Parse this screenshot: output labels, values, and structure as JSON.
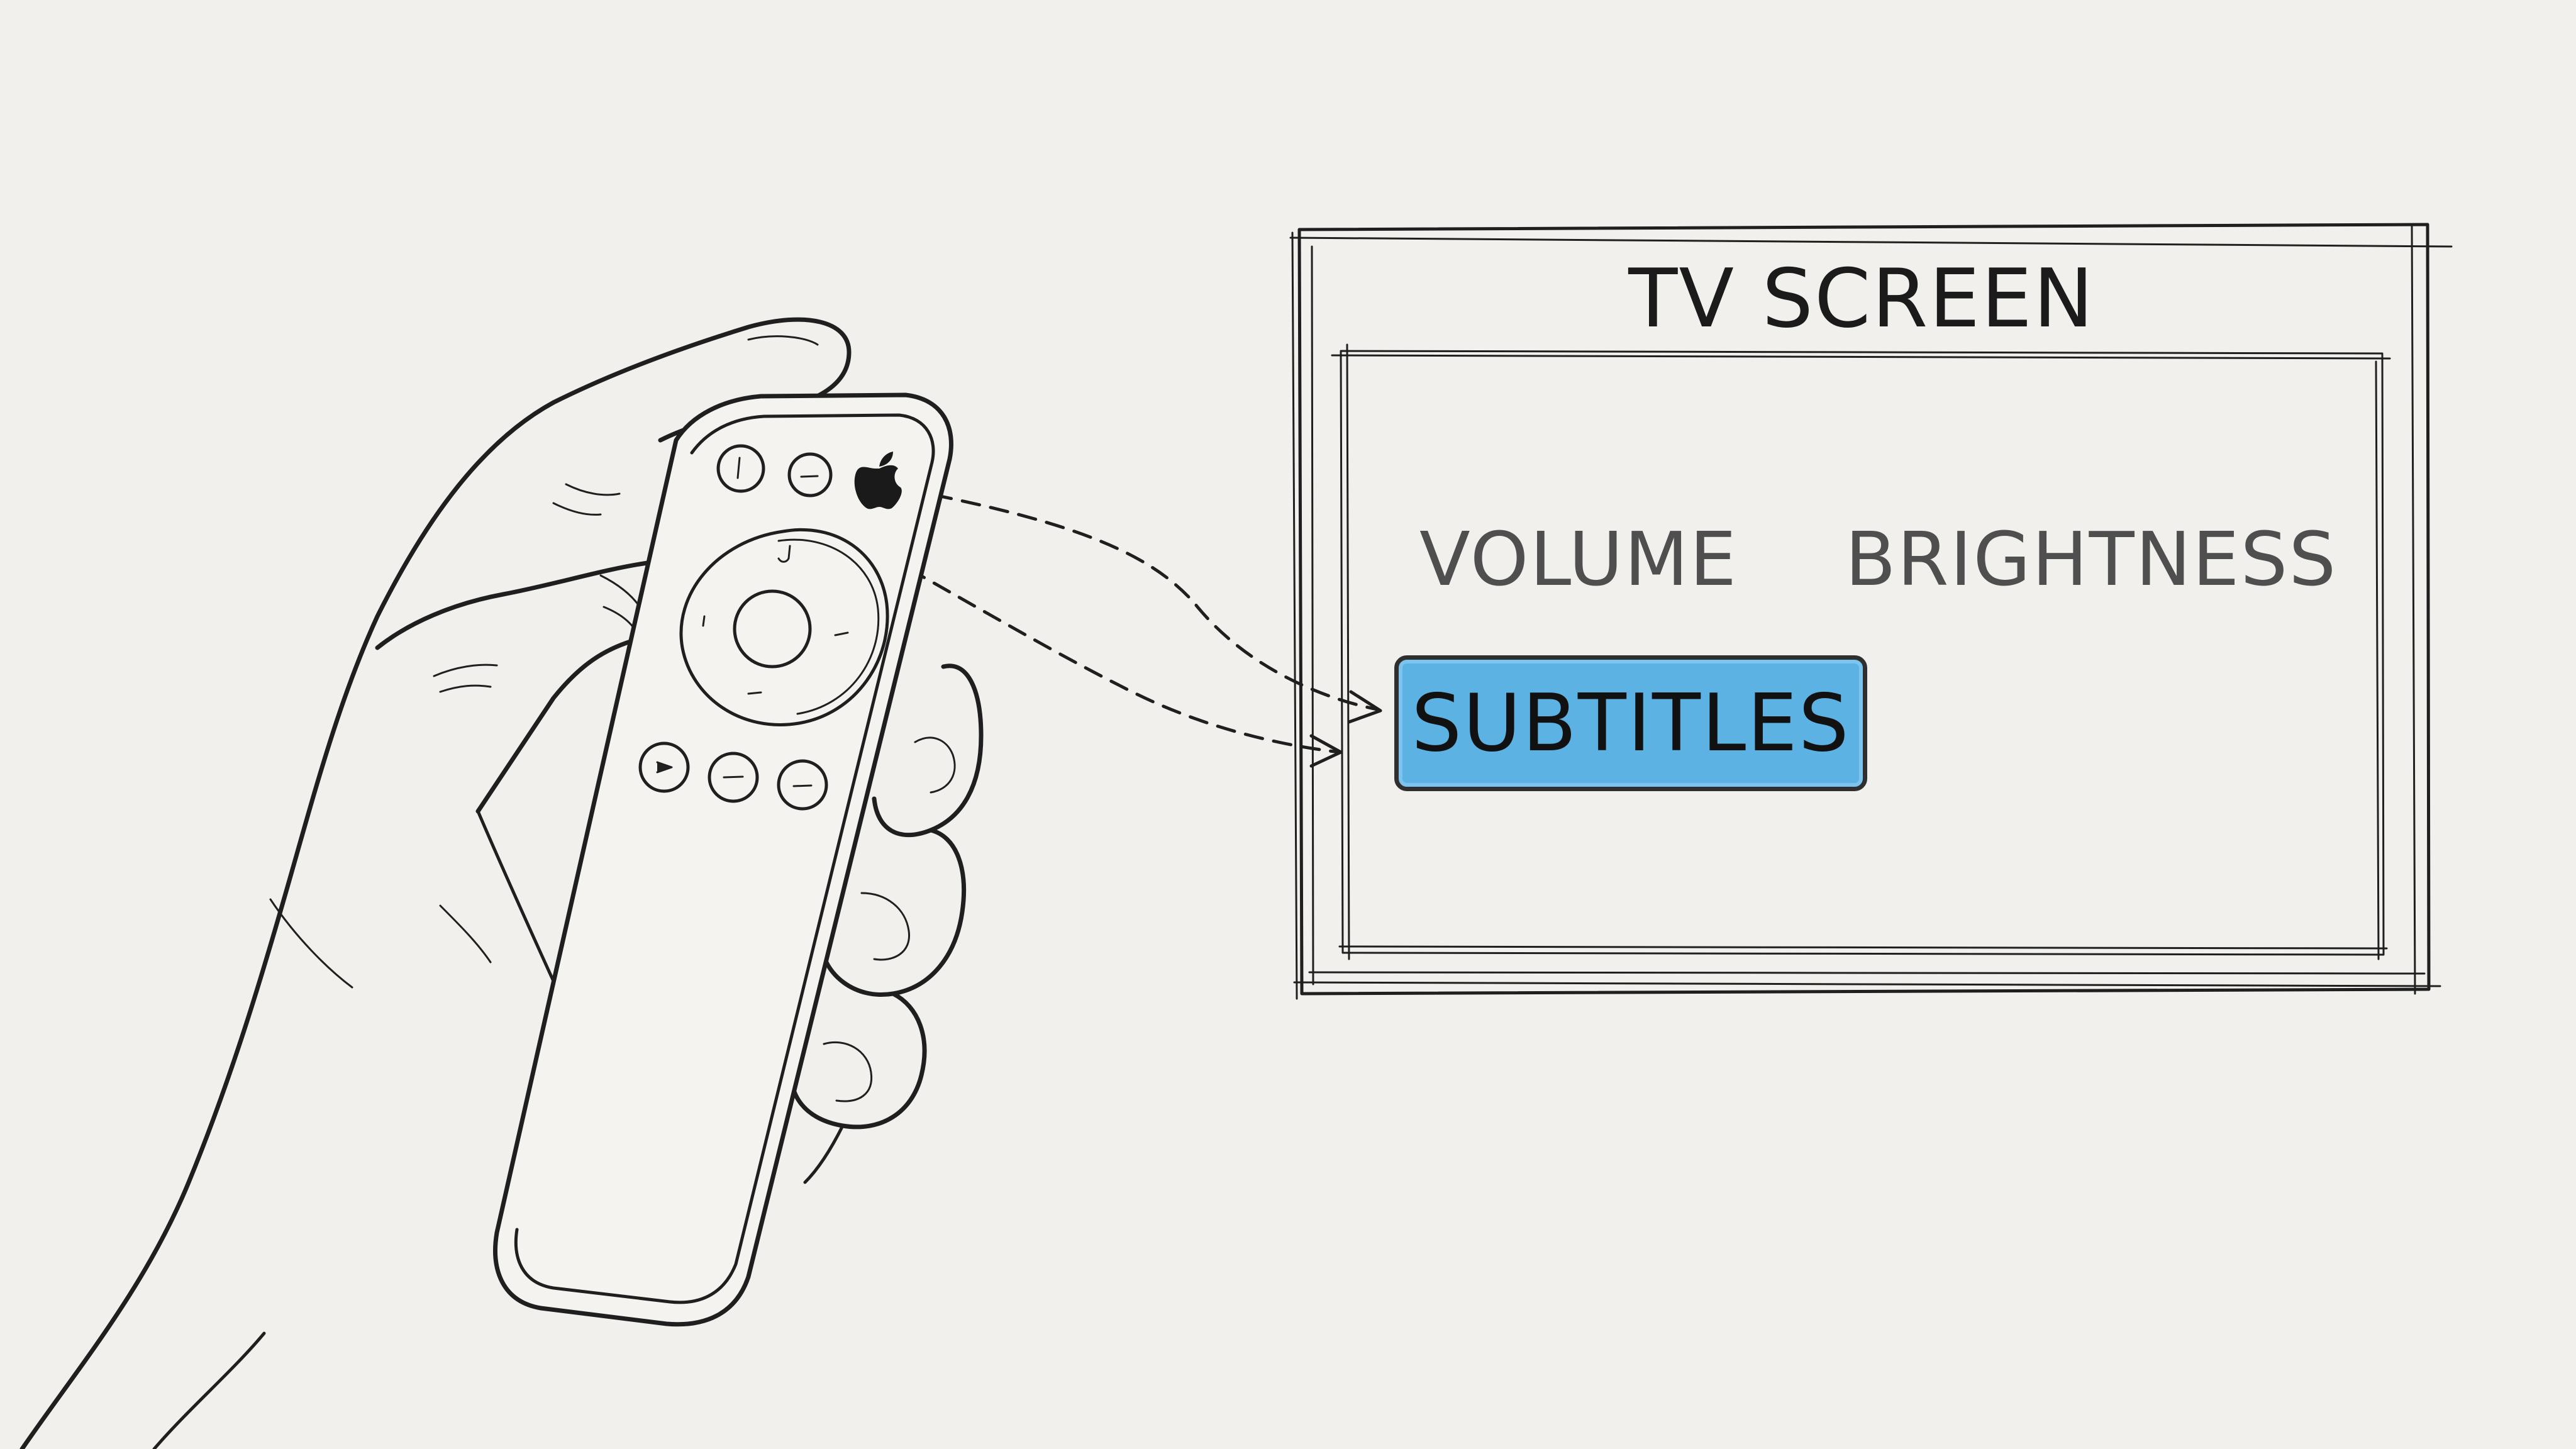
{
  "tv": {
    "title": "TV SCREEN",
    "menu": {
      "items": [
        "VOLUME",
        "BRIGHTNESS",
        "SUBTITLES"
      ],
      "selected": "SUBTITLES"
    }
  },
  "colors": {
    "paper": "#f1f0ec",
    "ink": "#1f1f1f",
    "highlight": "#5db2e4",
    "muted_text": "#4f4f4f"
  },
  "icons": [
    "apple-logo-icon",
    "power-icon",
    "minus-icon"
  ]
}
